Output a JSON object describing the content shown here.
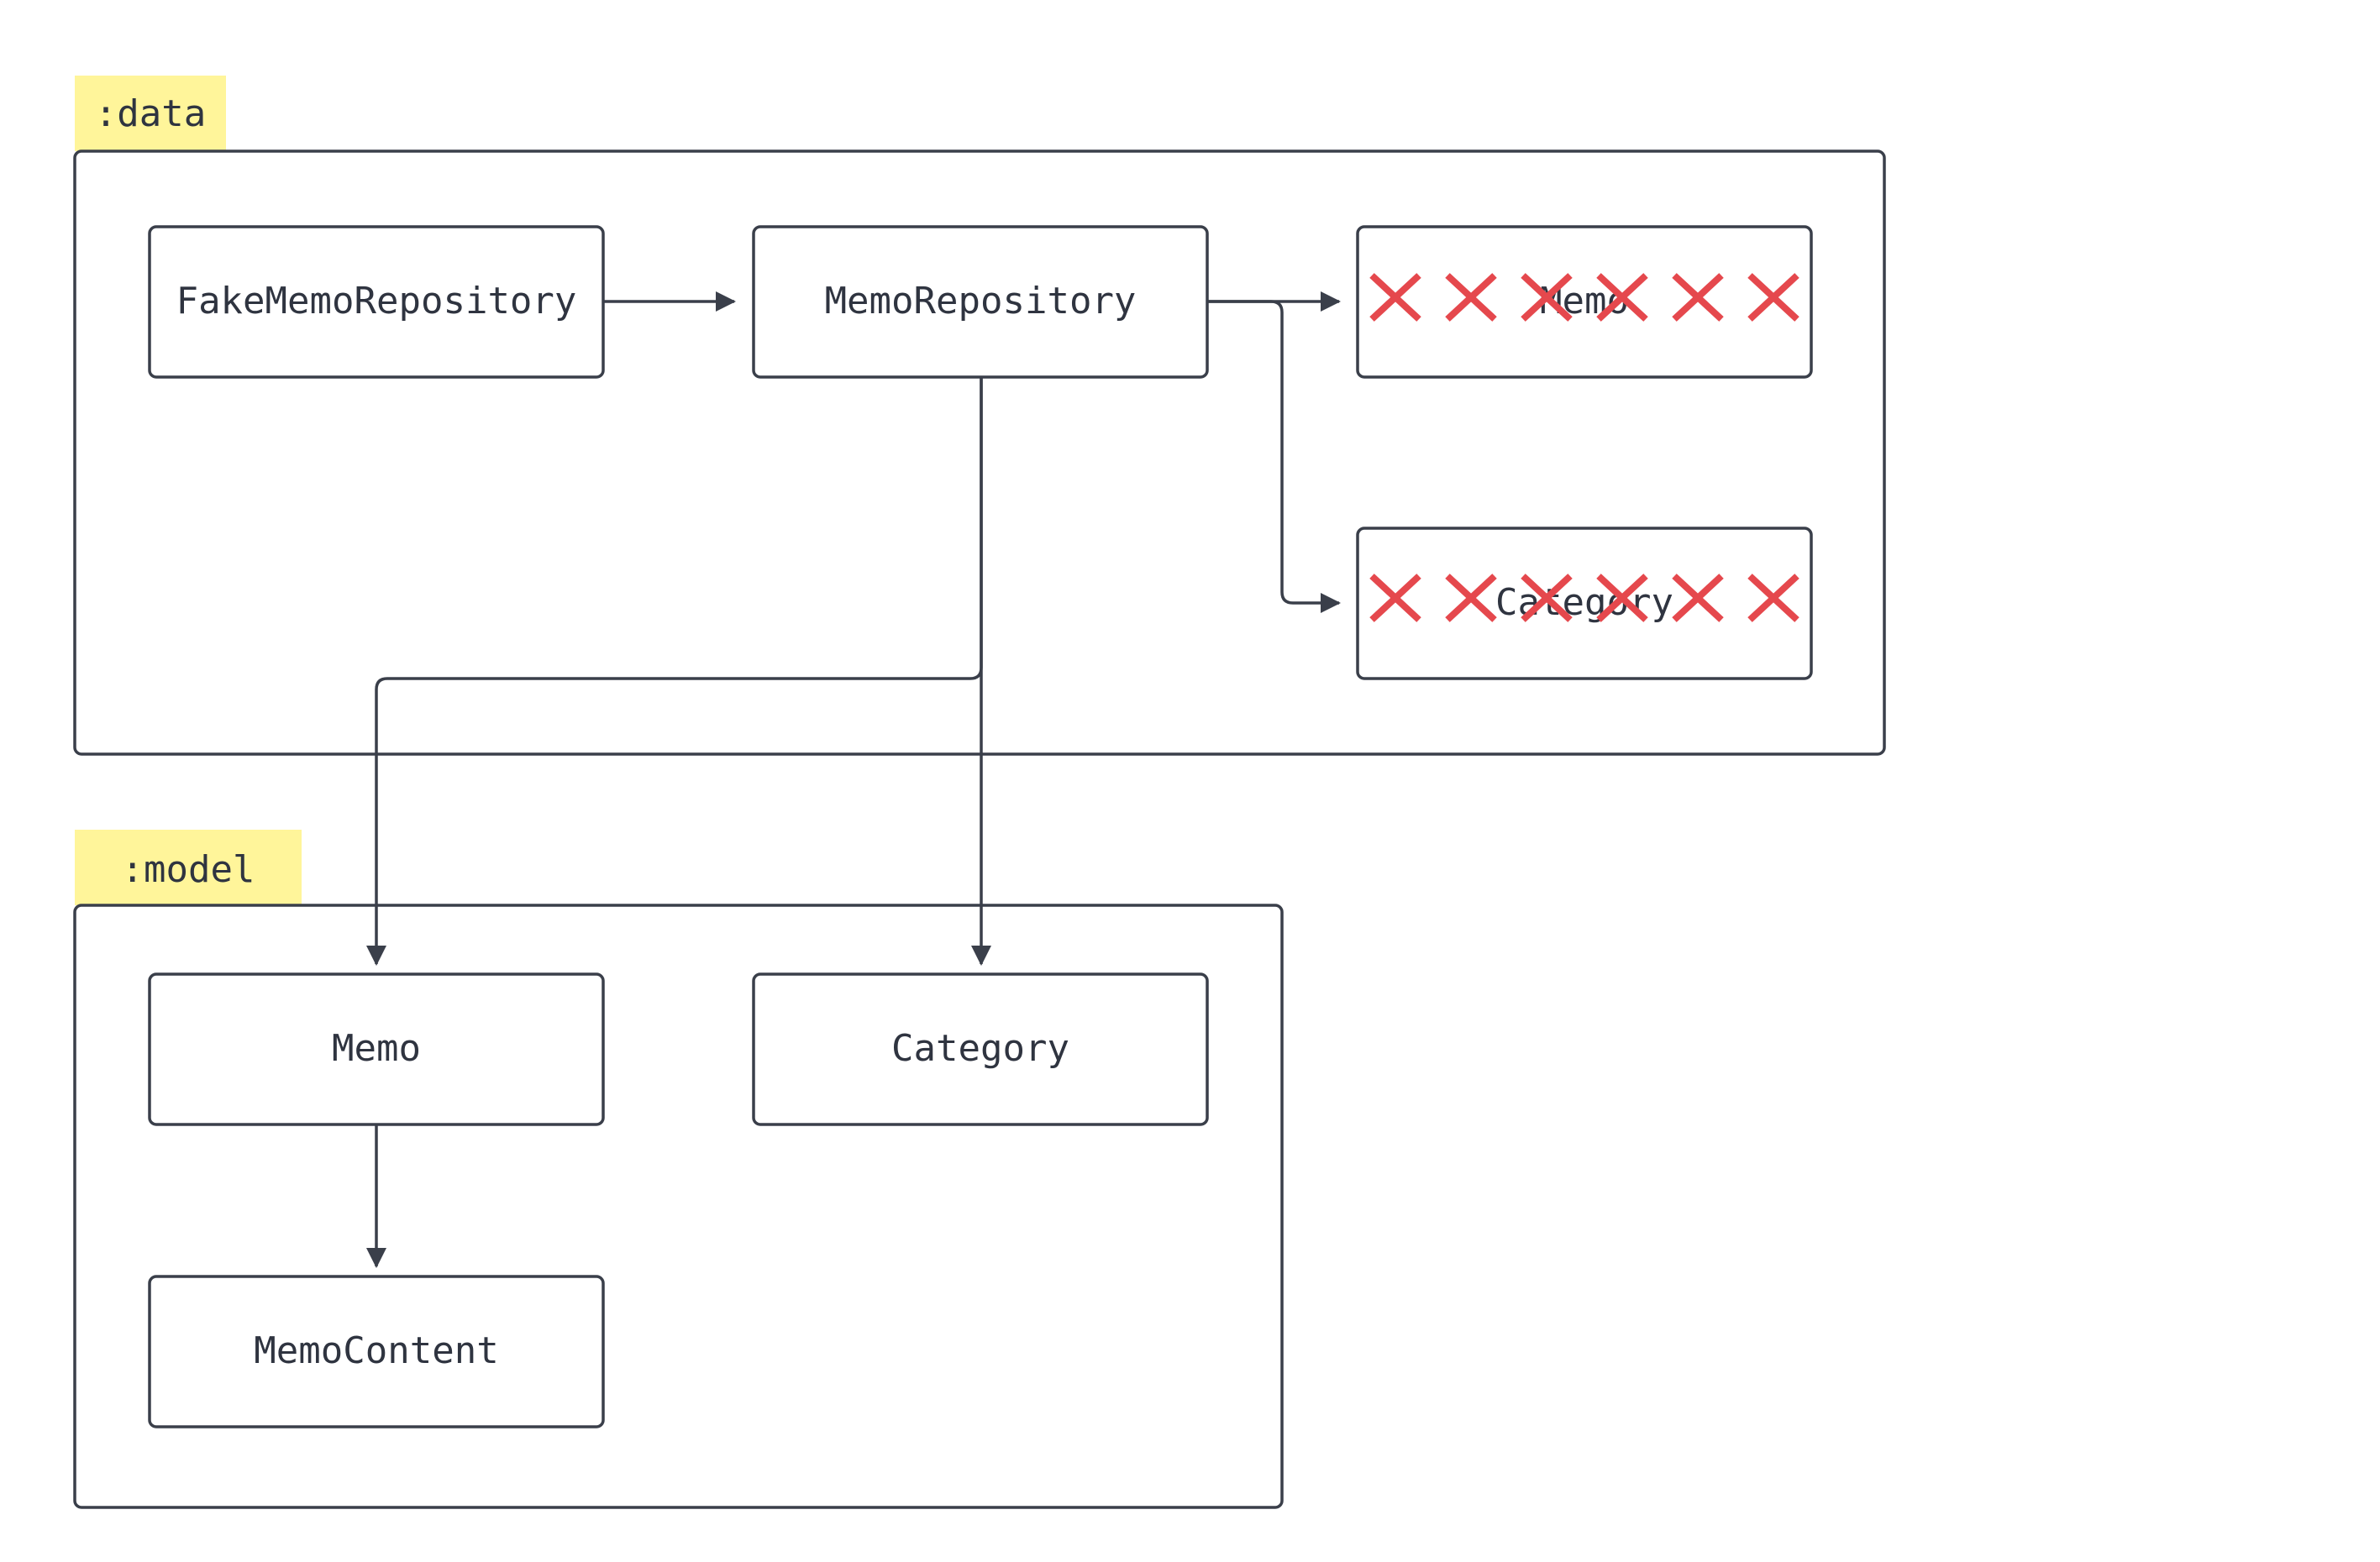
{
  "colors": {
    "label_bg": "#fff59a",
    "stroke": "#3a3f4a",
    "text": "#2f3440",
    "cross": "#e5484d",
    "background": "#ffffff"
  },
  "groups": {
    "data": {
      "label": ":data"
    },
    "model": {
      "label": ":model"
    }
  },
  "nodes": {
    "fake_memo_repository": "FakeMemoRepository",
    "memo_repository": "MemoRepository",
    "data_memo": "Memo",
    "data_category": "Category",
    "model_memo": "Memo",
    "model_category": "Category",
    "memo_content": "MemoContent"
  },
  "edges": [
    {
      "from": "FakeMemoRepository",
      "to": "MemoRepository (:data)"
    },
    {
      "from": "MemoRepository",
      "to": "Memo (:data)"
    },
    {
      "from": "MemoRepository",
      "to": "Category (:data)"
    },
    {
      "from": "MemoRepository",
      "to": "Memo (:model)"
    },
    {
      "from": "MemoRepository",
      "to": "Category (:model)"
    },
    {
      "from": "Memo (:model)",
      "to": "MemoContent"
    }
  ],
  "crossed_out": [
    "Memo (:data)",
    "Category (:data)"
  ],
  "cross_icon": "cross-mark-icon"
}
